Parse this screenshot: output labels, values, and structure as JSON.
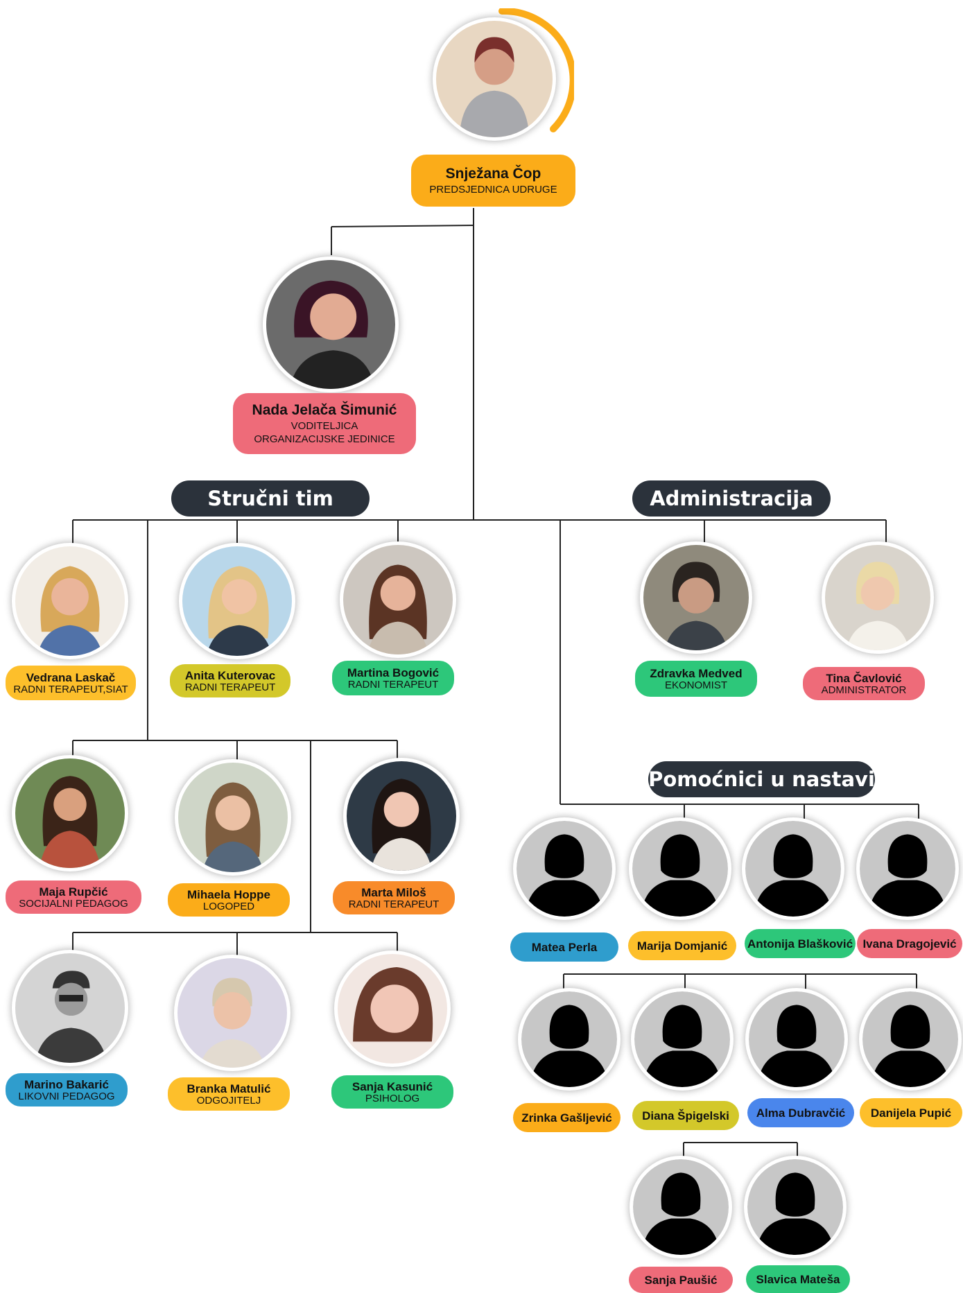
{
  "president": {
    "name": "Snježana Čop",
    "role": "PREDSJEDNICA UDRUGE",
    "color": "#fbac19"
  },
  "manager": {
    "name": "Nada Jelača Šimunić",
    "role_line1": "VODITELJICA",
    "role_line2": "ORGANIZACIJSKE JEDINICE",
    "color": "#ee6b79"
  },
  "sections": {
    "strucni": "Stručni tim",
    "admin": "Administracija",
    "pomocnici": "Pomoćnici u nastavi"
  },
  "strucni_tim": [
    {
      "name": "Vedrana Laskač",
      "role": "RADNI TERAPEUT,SIAT",
      "color": "#fdbf2b"
    },
    {
      "name": "Anita Kuterovac",
      "role": "RADNI TERAPEUT",
      "color": "#d3c82a"
    },
    {
      "name": "Martina Bogović",
      "role": "RADNI TERAPEUT",
      "color": "#2dc77a"
    },
    {
      "name": "Maja Rupčić",
      "role": "SOCIJALNI PEDAGOG",
      "color": "#ee6b79"
    },
    {
      "name": "Mihaela Hoppe",
      "role": "LOGOPED",
      "color": "#fbac19"
    },
    {
      "name": "Marta Miloš",
      "role": "RADNI TERAPEUT",
      "color": "#f88b2a"
    },
    {
      "name": "Marino Bakarić",
      "role": "LIKOVNI PEDAGOG",
      "color": "#2f9dcd"
    },
    {
      "name": "Branka Matulić",
      "role": "ODGOJITELJ",
      "color": "#fdbf2b"
    },
    {
      "name": "Sanja Kasunić",
      "role": "PSIHOLOG",
      "color": "#2dc77a"
    }
  ],
  "administracija": [
    {
      "name": "Zdravka Medved",
      "role": "EKONOMIST",
      "color": "#2dc77a"
    },
    {
      "name": "Tina Čavlović",
      "role": "ADMINISTRATOR",
      "color": "#ee6b79"
    }
  ],
  "pomocnici": [
    {
      "name": "Matea Perla",
      "color": "#2f9dcd"
    },
    {
      "name": "Marija Domjanić",
      "color": "#fdbf2b"
    },
    {
      "name": "Antonija Blašković",
      "color": "#2dc77a"
    },
    {
      "name": "Ivana Dragojević",
      "color": "#ee6b79"
    },
    {
      "name": "Zrinka Gašljević",
      "color": "#fbac19"
    },
    {
      "name": "Diana Špigelski",
      "color": "#d3c82a"
    },
    {
      "name": "Alma Dubravčić",
      "color": "#4a86ec"
    },
    {
      "name": "Danijela Pupić",
      "color": "#fdbf2b"
    },
    {
      "name": "Sanja Paušić",
      "color": "#ee6b79"
    },
    {
      "name": "Slavica Mateša",
      "color": "#2dc77a"
    }
  ],
  "icons": {
    "photo": "person-photo-icon",
    "silhouette": "person-silhouette-icon"
  }
}
